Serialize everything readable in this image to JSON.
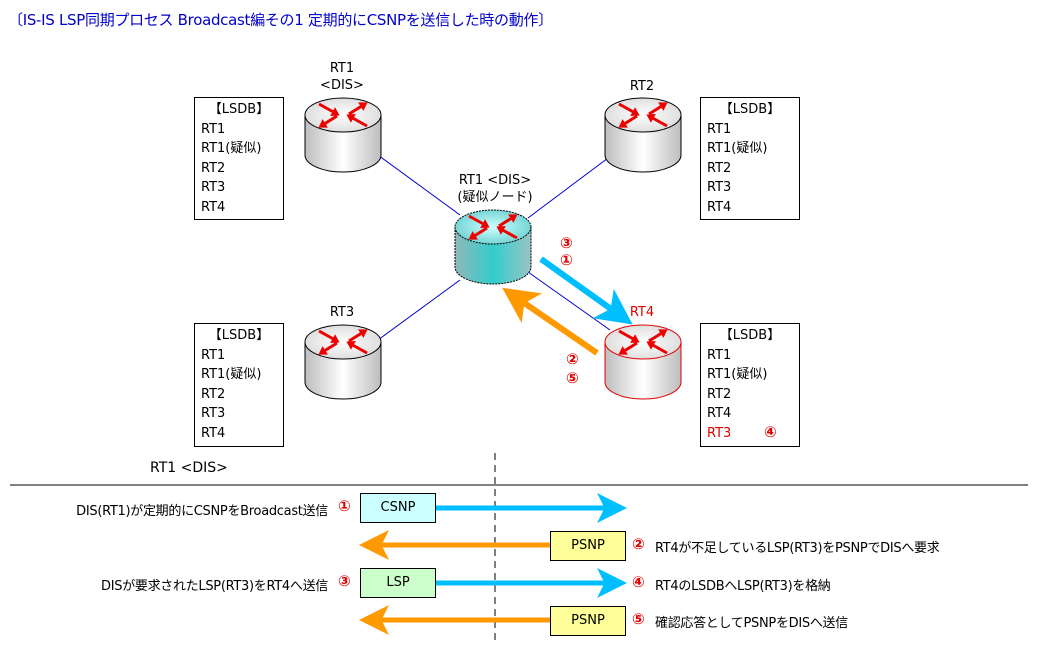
{
  "title": "〔IS-IS LSP同期プロセス Broadcast編その1 定期的にCSNPを送信した時の動作〕",
  "routers": {
    "rt1": {
      "line1": "RT1",
      "line2": "<DIS>"
    },
    "rt2": {
      "label": "RT2"
    },
    "rt3": {
      "label": "RT3"
    },
    "rt4": {
      "label": "RT4"
    },
    "pseudo": {
      "line1": "RT1 <DIS>",
      "line2": "(疑似ノード)"
    }
  },
  "lsdb": {
    "header": "【LSDB】",
    "rt1_entries": [
      "RT1",
      "RT1(疑似)",
      "RT2",
      "RT3",
      "RT4"
    ],
    "rt2_entries": [
      "RT1",
      "RT1(疑似)",
      "RT2",
      "RT3",
      "RT4"
    ],
    "rt3_entries": [
      "RT1",
      "RT1(疑似)",
      "RT2",
      "RT3",
      "RT4"
    ],
    "rt4_entries": [
      "RT1",
      "RT1(疑似)",
      "RT2",
      "RT4"
    ],
    "rt4_new_entry": "RT3",
    "rt4_new_marker": "④"
  },
  "diagram_markers": {
    "to_rt4": [
      "③",
      "①"
    ],
    "to_dis": [
      "②",
      "⑤"
    ]
  },
  "sequence": {
    "header": "RT1 <DIS>",
    "steps": [
      {
        "num": "①",
        "packet": "CSNP",
        "direction": "right",
        "text": "DIS(RT1)が定期的にCSNPをBroadcast送信",
        "side": "left"
      },
      {
        "num": "②",
        "packet": "PSNP",
        "direction": "left",
        "text": "RT4が不足しているLSP(RT3)をPSNPでDISへ要求",
        "side": "right"
      },
      {
        "num": "③",
        "packet": "LSP",
        "direction": "right",
        "text": "DISが要求されたLSP(RT3)をRT4へ送信",
        "side": "left"
      },
      {
        "num": "④",
        "packet": "",
        "direction": "right",
        "text": "RT4のLSDBへLSP(RT3)を格納",
        "side": "right"
      },
      {
        "num": "⑤",
        "packet": "PSNP",
        "direction": "left",
        "text": "確認応答としてPSNPをDISへ送信",
        "side": "right"
      }
    ]
  },
  "colors": {
    "title": "#0000cc",
    "link": "#0000cc",
    "cyan_arrow": "#00bfff",
    "orange_arrow": "#ff9900",
    "marker_red": "#e00000",
    "csnp_fill": "#ccffff",
    "psnp_fill": "#ffff99",
    "lsp_fill": "#ccffcc"
  }
}
